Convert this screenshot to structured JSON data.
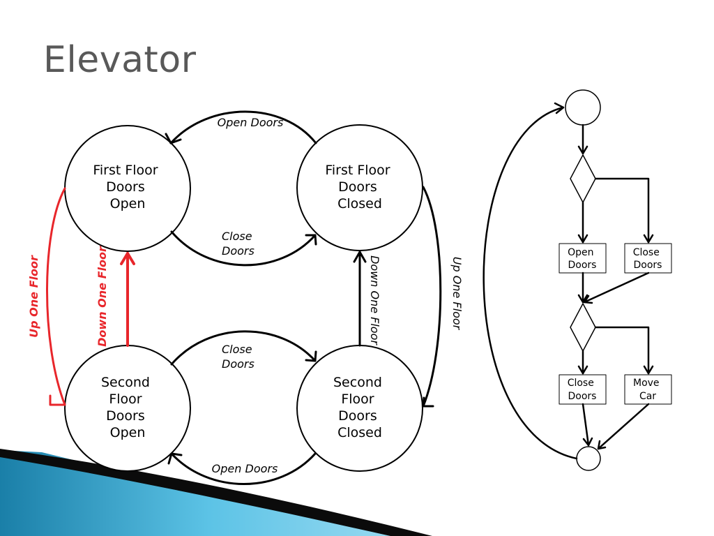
{
  "slide": {
    "title": "Elevator"
  },
  "state_machine": {
    "states": {
      "ff_open": {
        "lines": [
          "First Floor",
          "Doors",
          "Open"
        ]
      },
      "ff_closed": {
        "lines": [
          "First Floor",
          "Doors",
          "Closed"
        ]
      },
      "sf_open": {
        "lines": [
          "Second",
          "Floor",
          "Doors",
          "Open"
        ]
      },
      "sf_closed": {
        "lines": [
          "Second",
          "Floor",
          "Doors",
          "Closed"
        ]
      }
    },
    "transitions": {
      "top_open_doors": "Open Doors",
      "top_close_doors": [
        "Close",
        "Doors"
      ],
      "bottom_close_doors": [
        "Close",
        "Doors"
      ],
      "bottom_open_doors": "Open Doors",
      "up_left": "Up One Floor",
      "down_left": "Down One Floor",
      "down_right": "Down One Floor",
      "up_right": "Up One Floor"
    },
    "highlight_color": "#e8262b"
  },
  "flowchart": {
    "open_doors": [
      "Open",
      "Doors"
    ],
    "close_doors_top": [
      "Close",
      "Doors"
    ],
    "close_doors_bottom": [
      "Close",
      "Doors"
    ],
    "move_car": [
      "Move",
      "Car"
    ]
  },
  "decoration": {
    "swoosh_colors": [
      "#1a7fa8",
      "#5cc3e6",
      "#0b0b0b"
    ]
  }
}
